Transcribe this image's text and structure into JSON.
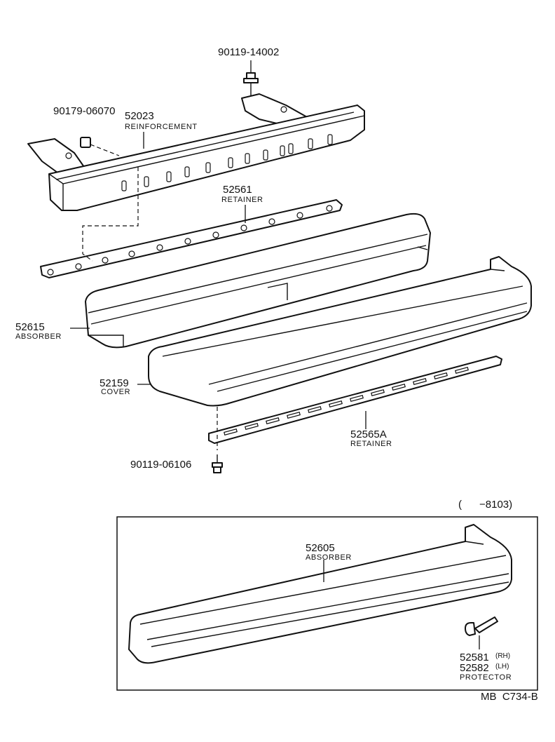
{
  "callouts": {
    "bolt_top": {
      "number": "90119-14002"
    },
    "nut": {
      "number": "90179-06070"
    },
    "reinforcement": {
      "number": "52023",
      "name": "REINFORCEMENT"
    },
    "retainer_upper": {
      "number": "52561",
      "name": "RETAINER"
    },
    "absorber": {
      "number": "52615",
      "name": "ABSORBER"
    },
    "cover": {
      "number": "52159",
      "name": "COVER"
    },
    "retainer_lower": {
      "number": "52565A",
      "name": "RETAINER"
    },
    "bolt_bottom": {
      "number": "90119-06106"
    }
  },
  "inset": {
    "range": "(      −8103)",
    "absorber": {
      "number": "52605",
      "name": "ABSORBER"
    },
    "protector_rh": {
      "number": "52581",
      "side": "(RH)"
    },
    "protector_lh": {
      "number": "52582",
      "side": "(LH)"
    },
    "protector_name": "PROTECTOR"
  },
  "footer": {
    "code": "MB  C734-B"
  }
}
